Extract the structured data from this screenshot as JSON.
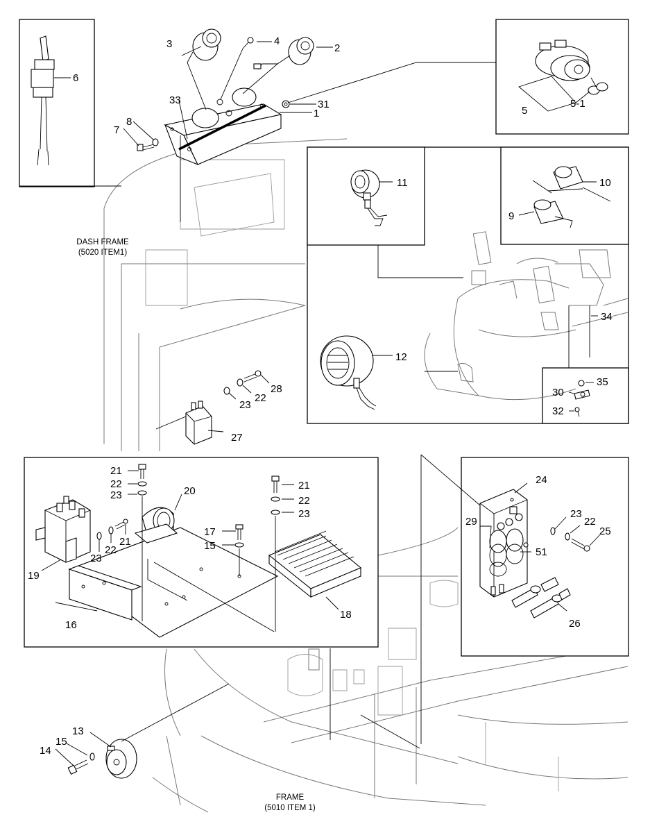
{
  "frame_labels": {
    "dash_frame_line1": "DASH FRAME",
    "dash_frame_line2": "(5020 ITEM1)",
    "frame_line1": "FRAME",
    "frame_line2": "(5010 ITEM 1)"
  },
  "callouts": {
    "c1": "1",
    "c2": "2",
    "c3": "3",
    "c4": "4",
    "c5": "5",
    "c5_1": "5-1",
    "c6": "6",
    "c7": "7",
    "c8": "8",
    "c9": "9",
    "c10": "10",
    "c11": "11",
    "c12": "12",
    "c13": "13",
    "c14": "14",
    "c15": "15",
    "c15b": "15",
    "c16": "16",
    "c17": "17",
    "c18": "18",
    "c19": "19",
    "c20": "20",
    "c21a": "21",
    "c21b": "21",
    "c21c": "21",
    "c22a": "22",
    "c22b": "22",
    "c22c": "22",
    "c22d": "22",
    "c22e": "22",
    "c23a": "23",
    "c23b": "23",
    "c23c": "23",
    "c23d": "23",
    "c23e": "23",
    "c24": "24",
    "c25": "25",
    "c26": "26",
    "c27": "27",
    "c28": "28",
    "c29": "29",
    "c30": "30",
    "c31": "31",
    "c32": "32",
    "c33": "33",
    "c34": "34",
    "c35": "35",
    "c51": "51"
  }
}
